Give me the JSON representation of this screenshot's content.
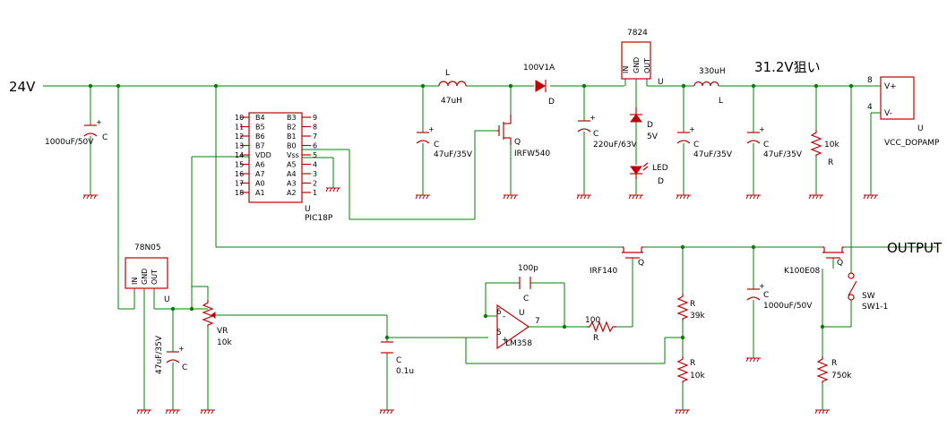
{
  "nets": {
    "in": "24V",
    "out_voltage": "31.2V狙い",
    "output": "OUTPUT"
  },
  "pic": {
    "ref": "U",
    "part": "PIC18P",
    "left_pins": [
      {
        "num": "10",
        "name": "B4"
      },
      {
        "num": "11",
        "name": "B5"
      },
      {
        "num": "12",
        "name": "B6"
      },
      {
        "num": "13",
        "name": "B7"
      },
      {
        "num": "14",
        "name": "VDD"
      },
      {
        "num": "15",
        "name": "A6"
      },
      {
        "num": "16",
        "name": "A7"
      },
      {
        "num": "17",
        "name": "A0"
      },
      {
        "num": "18",
        "name": "A1"
      }
    ],
    "right_pins": [
      {
        "num": "9",
        "name": "B3"
      },
      {
        "num": "8",
        "name": "B2"
      },
      {
        "num": "7",
        "name": "B1"
      },
      {
        "num": "6",
        "name": "B0"
      },
      {
        "num": "5",
        "name": "Vss"
      },
      {
        "num": "4",
        "name": "A5"
      },
      {
        "num": "3",
        "name": "A4"
      },
      {
        "num": "2",
        "name": "A3"
      },
      {
        "num": "1",
        "name": "A2"
      }
    ]
  },
  "reg7824": {
    "part": "7824",
    "pins": [
      "IN",
      "GND",
      "OUT"
    ],
    "ref": "U"
  },
  "reg78n05": {
    "part": "78N05",
    "pins": [
      "IN",
      "GND",
      "OUT"
    ],
    "ref": "U"
  },
  "c1": {
    "value": "1000uF/50V",
    "ref": "C"
  },
  "c2": {
    "ref": "C",
    "value": "47uF/35V"
  },
  "c3": {
    "ref": "C",
    "value": "220uF/63V"
  },
  "c4": {
    "ref": "C",
    "value": "47uF/35V"
  },
  "c5": {
    "ref": "C",
    "value": "47uF/35V"
  },
  "c6": {
    "ref": "C",
    "value": "47uF/35V"
  },
  "c7": {
    "ref": "C",
    "value": "0.1u"
  },
  "c8": {
    "value": "100p",
    "ref": "C"
  },
  "c9": {
    "ref": "C",
    "value": "1000uF/50V"
  },
  "l1": {
    "ref": "L",
    "value": "47uH"
  },
  "l2": {
    "value": "330uH",
    "ref": "L"
  },
  "d1": {
    "value": "100V1A",
    "ref": "D"
  },
  "d2": {
    "ref": "D",
    "value": "5V"
  },
  "led": {
    "name": "LED",
    "ref": "D"
  },
  "q1": {
    "ref": "Q",
    "part": "IRFW540"
  },
  "q2": {
    "part": "IRF140",
    "ref": "Q"
  },
  "q3": {
    "part": "K100E08",
    "ref": "Q"
  },
  "r1": {
    "value": "10k",
    "ref": "R"
  },
  "r2": {
    "ref": "R",
    "value": "39k"
  },
  "r3": {
    "ref": "R",
    "value": "10k"
  },
  "r4": {
    "ref": "R",
    "value": "750k"
  },
  "r5": {
    "value": "100",
    "ref": "R"
  },
  "vr": {
    "ref": "VR",
    "value": "10k"
  },
  "opamp": {
    "ref": "U",
    "part": "LM358",
    "pins": [
      "6",
      "5",
      "7"
    ]
  },
  "sw": {
    "ref": "SW",
    "part": "SW1-1"
  },
  "amp": {
    "pins": [
      "V+",
      "V-"
    ],
    "pin_nums": [
      "8",
      "4"
    ],
    "ref": "U",
    "part": "VCC_DOPAMP"
  }
}
